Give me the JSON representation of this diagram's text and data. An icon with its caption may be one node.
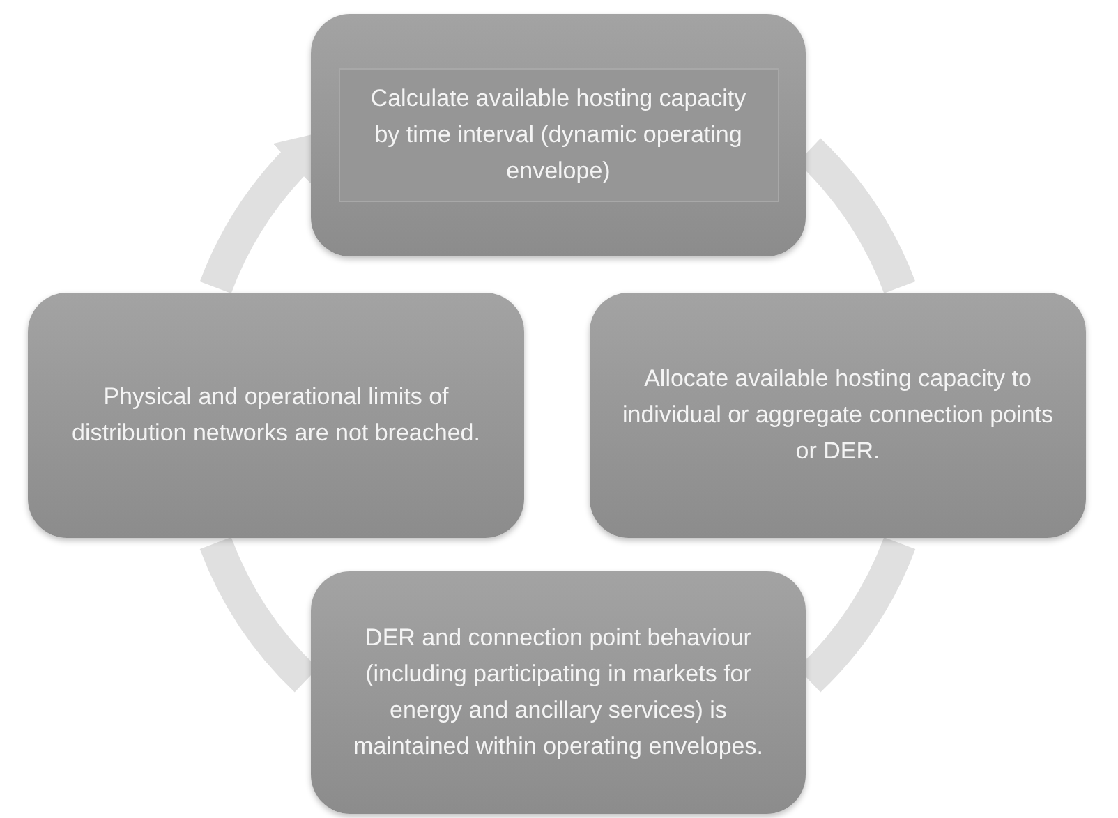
{
  "diagram": {
    "nodes": [
      {
        "text": [
          "Calculate available hosting capacity by time interval (dynamic operating envelope)"
        ]
      },
      {
        "text": [
          "Allocate available hosting capacity to individual or aggregate connection points or DER."
        ]
      },
      {
        "text": [
          "DER and connection point behaviour (including participating in markets for energy and ancillary services) is maintained within operating envelopes."
        ]
      },
      {
        "text": [
          "Physical and operational limits of distribution networks are not breached."
        ]
      }
    ],
    "edges": [
      {
        "from": 0,
        "to": 1,
        "arrow": "none"
      },
      {
        "from": 1,
        "to": 2,
        "arrow": "none"
      },
      {
        "from": 2,
        "to": 3,
        "arrow": "none"
      },
      {
        "from": 3,
        "to": 0,
        "arrow": "to"
      }
    ]
  }
}
